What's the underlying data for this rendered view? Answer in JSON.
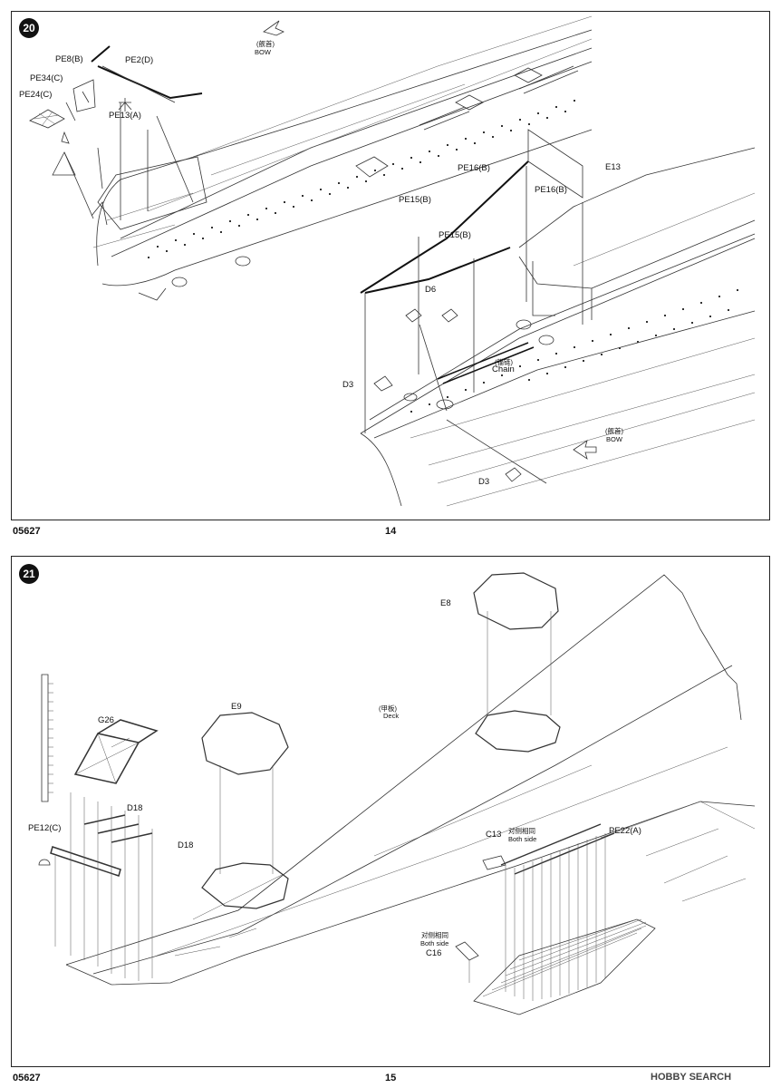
{
  "step20": {
    "number": "20",
    "bow_cn_top": "(舰首)",
    "bow_top": "BOW",
    "bow_cn_right": "(舰首)",
    "bow_right": "BOW",
    "chain_cn": "(锚链)",
    "chain": "Chain",
    "labels": {
      "pe8b": "PE8(B)",
      "pe2d": "PE2(D)",
      "pe34c": "PE34(C)",
      "pe24c": "PE24(C)",
      "pe13a": "PE13(A)",
      "pe16b_1": "PE16(B)",
      "pe16b_2": "PE16(B)",
      "e13": "E13",
      "pe15b_1": "PE15(B)",
      "pe15b_2": "PE15(B)",
      "d6": "D6",
      "d3_1": "D3",
      "d3_2": "D3"
    }
  },
  "step21": {
    "number": "21",
    "deck_cn": "(甲板)",
    "deck": "Deck",
    "labels": {
      "e8": "E8",
      "e9": "E9",
      "g26": "G26",
      "d18_1": "D18",
      "d18_2": "D18",
      "pe12c": "PE12(C)",
      "c13": "C13",
      "both_cn_1": "对侧相同",
      "both_1": "Both side",
      "pe22a": "PE22(A)",
      "both_cn_2": "对侧相同",
      "both_2": "Both side",
      "c16": "C16"
    }
  },
  "footer": {
    "code_top": "05627",
    "page_top": "14",
    "code_bottom": "05627",
    "page_bottom": "15",
    "watermark": "HOBBY SEARCH"
  }
}
